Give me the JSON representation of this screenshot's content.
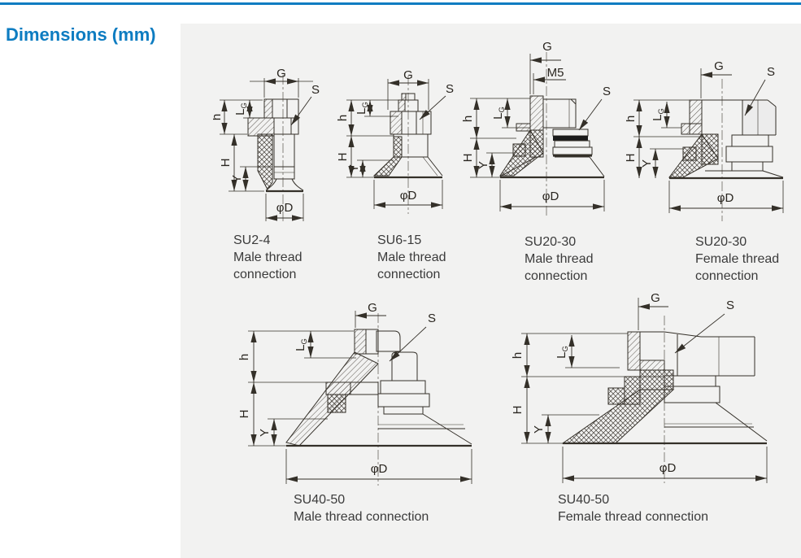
{
  "page": {
    "title": "Dimensions (mm)",
    "accent_color": "#0d7cc1",
    "panel_color": "#f2f2f1",
    "line_color": "#343029"
  },
  "dim_labels": {
    "g": "G",
    "s": "S",
    "h": "h",
    "H": "H",
    "y": "Y",
    "l": "L",
    "lsub": "G",
    "phid": "φD",
    "m5": "M5"
  },
  "figures": [
    {
      "model": "SU2-4",
      "desc_lines": [
        "Male thread",
        "connection"
      ]
    },
    {
      "model": "SU6-15",
      "desc_lines": [
        "Male thread",
        "connection"
      ]
    },
    {
      "model": "SU20-30",
      "desc_lines": [
        "Male thread",
        "connection"
      ]
    },
    {
      "model": "SU20-30",
      "desc_lines": [
        "Female thread",
        "connection"
      ]
    },
    {
      "model": "SU40-50",
      "desc_lines": [
        "Male thread connection"
      ]
    },
    {
      "model": "SU40-50",
      "desc_lines": [
        "Female thread connection"
      ]
    }
  ]
}
